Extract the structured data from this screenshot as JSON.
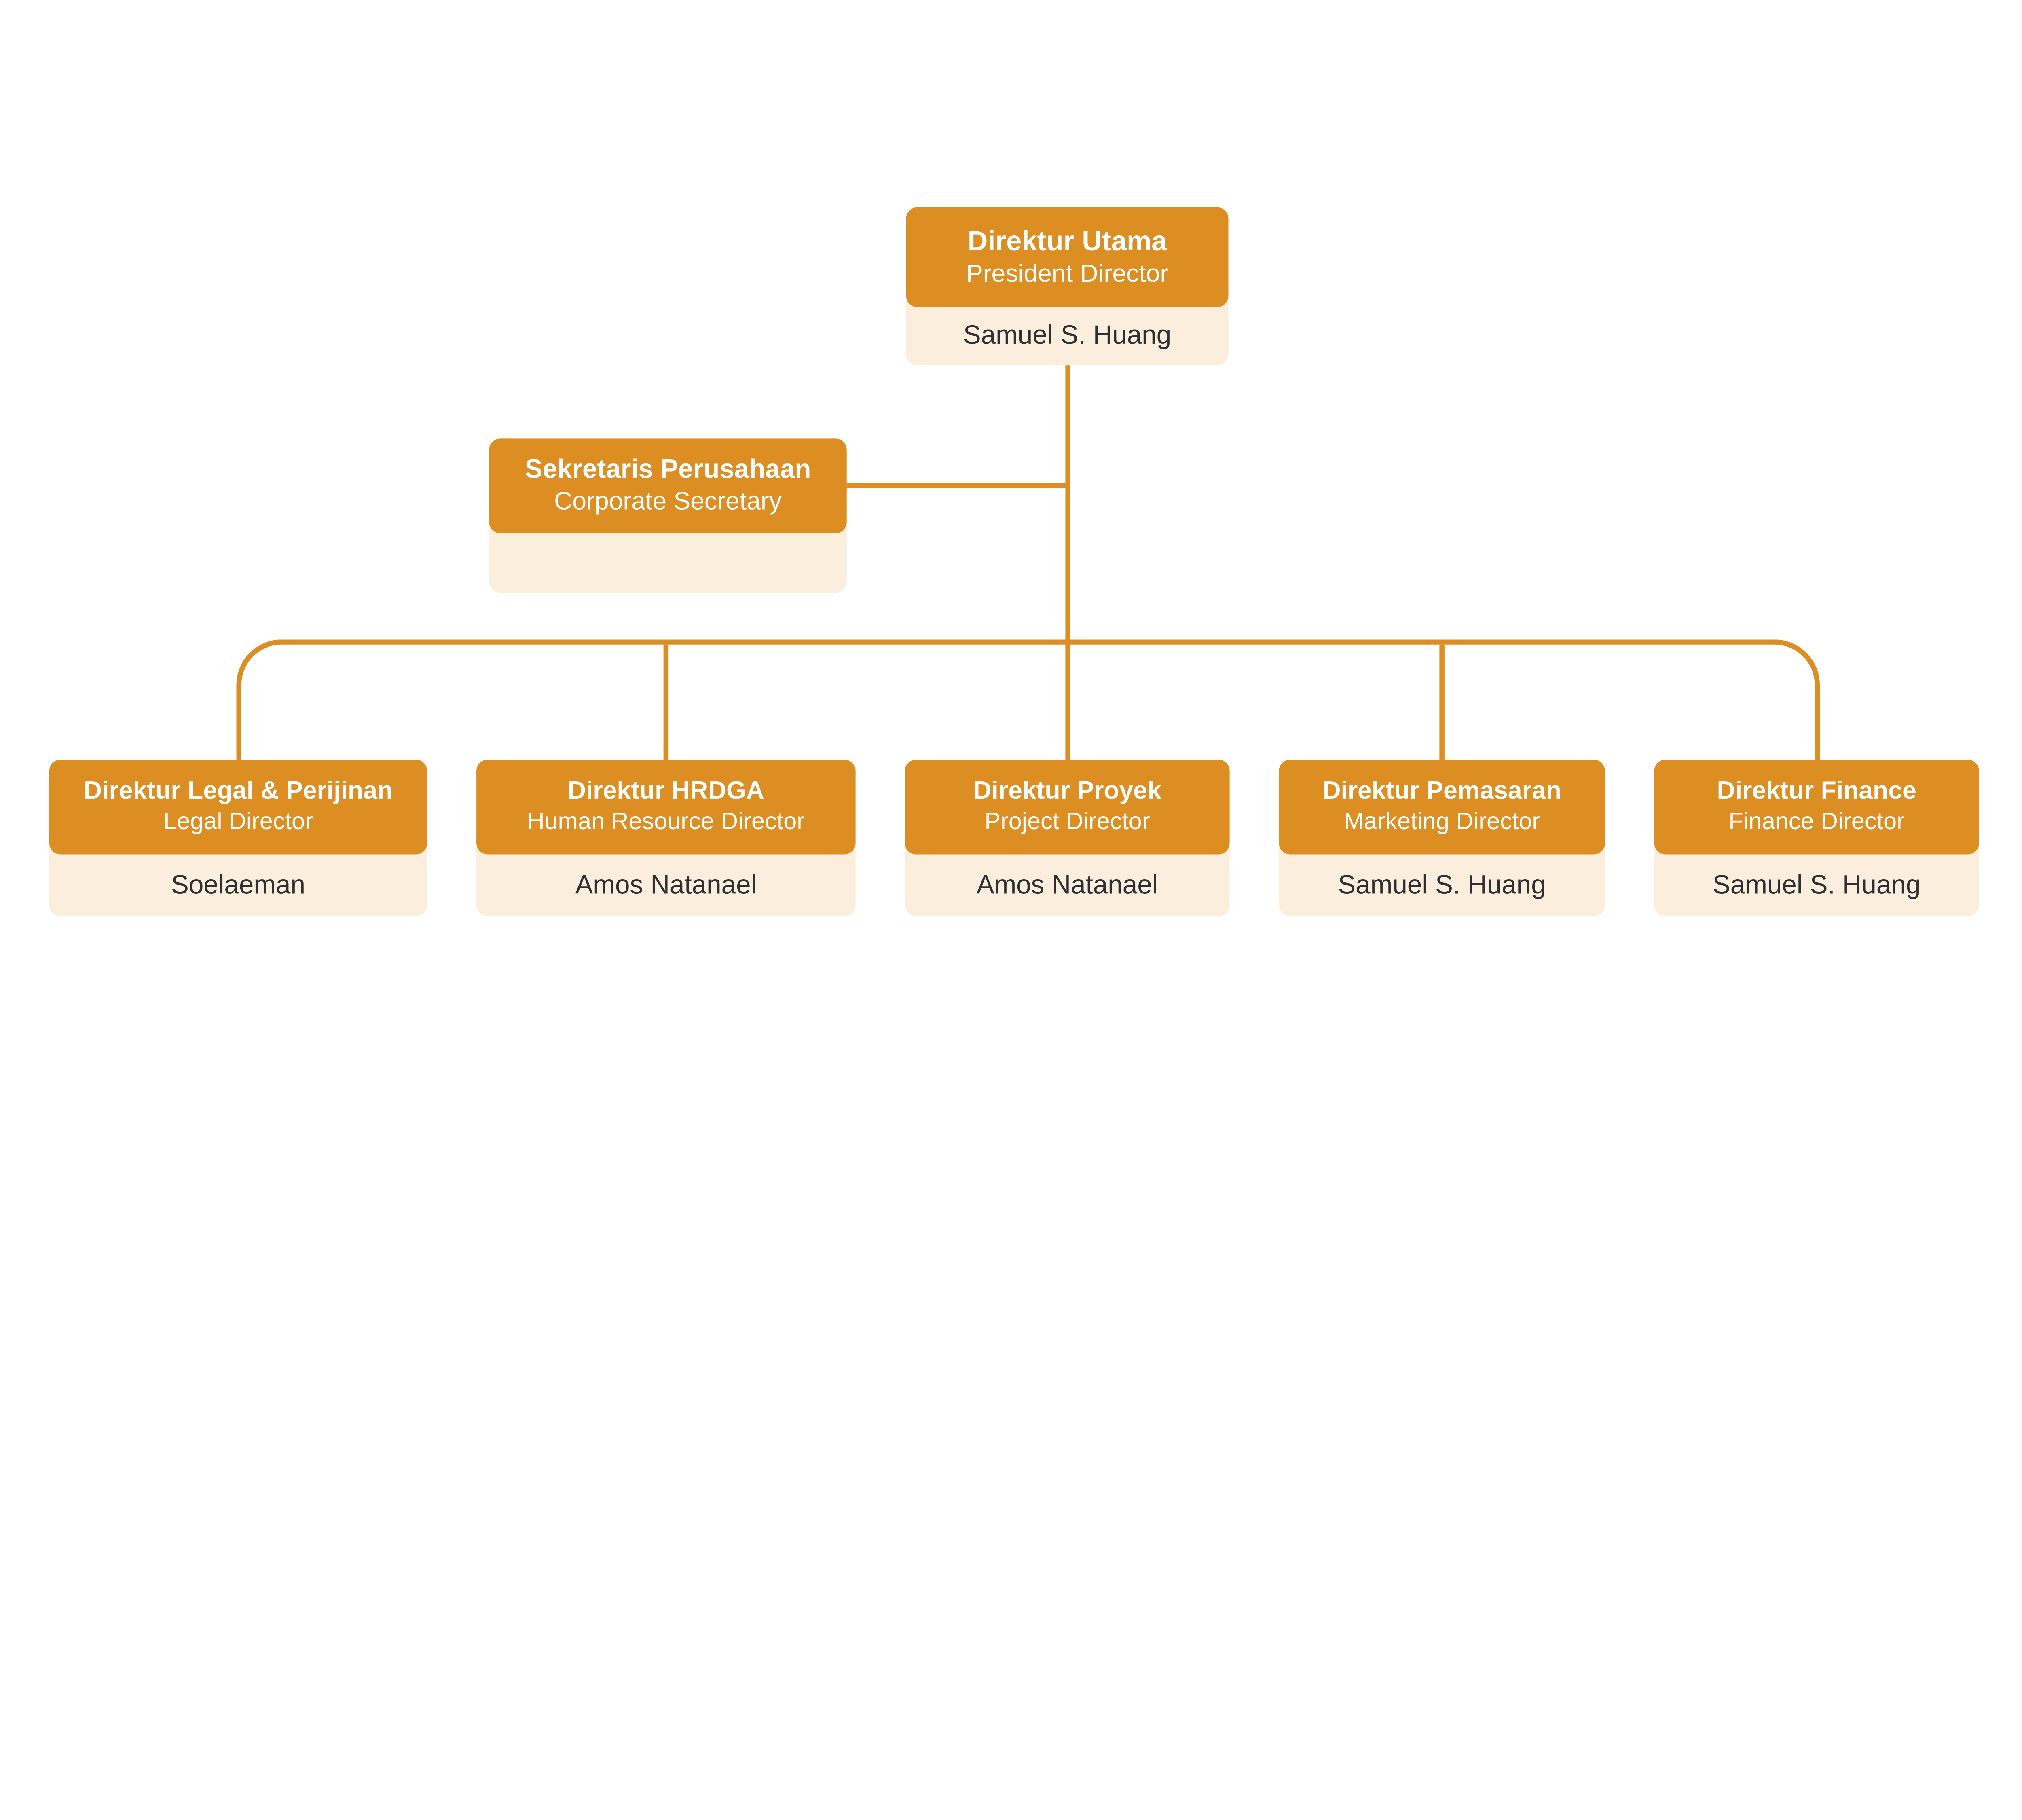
{
  "colors": {
    "box_header_orange": "#DD8E22",
    "box_name_cream": "#FCEEDC",
    "connector_orange": "#DD8E22",
    "title_text": "#FFFFFF",
    "name_text": "#2E3134",
    "background": "#FFFFFF"
  },
  "nodes": {
    "president": {
      "title": "Direktur Utama",
      "subtitle": "President Director",
      "name": "Samuel S. Huang"
    },
    "secretary": {
      "title": "Sekretaris Perusahaan",
      "subtitle": "Corporate Secretary",
      "name": ""
    },
    "directors": [
      {
        "title": "Direktur Legal & Perijinan",
        "subtitle": "Legal Director",
        "name": "Soelaeman"
      },
      {
        "title": "Direktur HRDGA",
        "subtitle": "Human Resource Director",
        "name": "Amos Natanael"
      },
      {
        "title": "Direktur Proyek",
        "subtitle": "Project Director",
        "name": "Amos Natanael"
      },
      {
        "title": "Direktur Pemasaran",
        "subtitle": "Marketing Director",
        "name": "Samuel S. Huang"
      },
      {
        "title": "Direktur Finance",
        "subtitle": "Finance Director",
        "name": "Samuel S. Huang"
      }
    ]
  }
}
